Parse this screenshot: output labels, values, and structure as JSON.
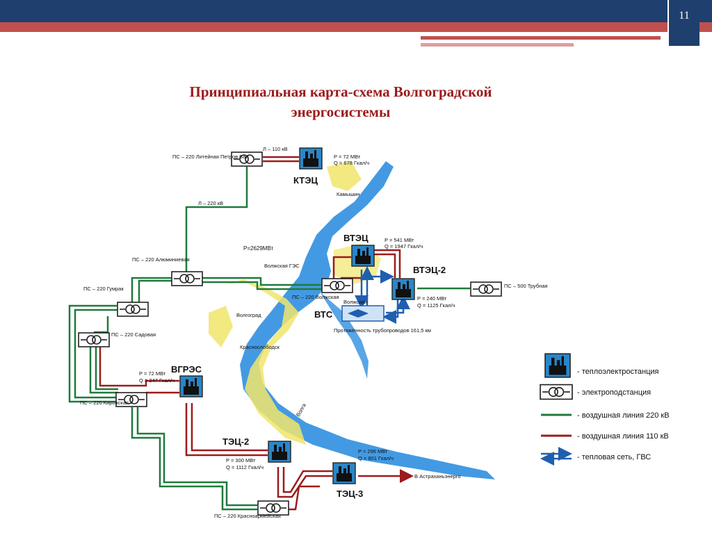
{
  "slide": {
    "page_number": "11"
  },
  "title": {
    "line1": "Принципиальная карта-схема Волгоградской",
    "line2": "энергосистемы"
  },
  "colors": {
    "line_220": "#1e7a3c",
    "line_110": "#9c1b1b",
    "heat": "#1f5fae",
    "water": "#2f8fe0",
    "city": "#f1e56b",
    "header": "#1f3f6e",
    "accent": "#c0504d"
  },
  "labels": {
    "ps_lit": "ПС – 220 Литейная Петров Вал",
    "l110": "Л – 110 кВ",
    "l220": "Л – 220 кВ",
    "kteс_p": "P = 72 МВт",
    "kteс_q": "Q = 678 Гкал/ч",
    "ktec_name": "КТЭЦ",
    "kamyshin": "Камышин",
    "p_total": "P=2629МВт",
    "ps_alum": "ПС – 220 Алюминиевая",
    "volzh_ges": "Волжская ГЭС",
    "ps_gumrak": "ПС – 220 Гумрак",
    "ps_volzh": "ПС – 220 Волжская",
    "volgograd": "Волгоград",
    "ps_sad": "ПС – 220 Садовая",
    "krasnoslob": "Краснослободск",
    "vgres_name": "ВГРЭС",
    "vgres_p": "P = 72 МВт",
    "vgres_q": "Q = 247 Гкал/ч",
    "ps_kir": "ПС – 220 Кировская",
    "vtec_name": "ВТЭЦ",
    "vtec_p": "P = 541 МВт",
    "vtec_q": "Q = 1947 Гкал/ч",
    "vtec2_name": "ВТЭЦ-2",
    "vtec2_p": "P = 240 МВт",
    "vtec2_q": "Q = 1125 Гкал/ч",
    "vtc_name": "ВТС",
    "volzhsky": "Волжский",
    "pipes": "Протяжённость трубопроводов 161,5 км",
    "ps500": "ПС – 500 Трубная",
    "tec2_name": "ТЭЦ-2",
    "tec2_p": "P = 300 МВт",
    "tec2_q": "Q = 1112 Гкал/ч",
    "tec3_name": "ТЭЦ-3",
    "tec3_p": "P = 296 МВт",
    "tec3_q": "Q = 801 Гкал/ч",
    "astr": "В Астраханьэнерго",
    "ps_krasnoarm": "ПС – 220 Красноармейская",
    "river": "Волга"
  },
  "legend": [
    {
      "text": "- теплоэлектростанция",
      "icon": "power-plant-icon"
    },
    {
      "text": "- электроподстанция",
      "icon": "substation-icon"
    },
    {
      "text": "- воздушная линия 220 кВ",
      "icon": "green-line"
    },
    {
      "text": "- воздушная линия 110 кВ",
      "icon": "red-line"
    },
    {
      "text": "- тепловая сеть, ГВС",
      "icon": "heat-arrows"
    }
  ]
}
